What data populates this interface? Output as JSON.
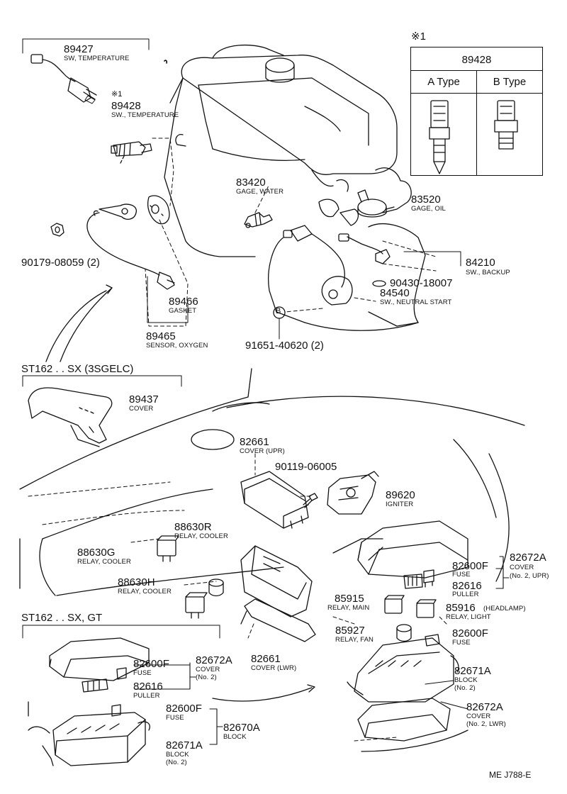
{
  "diagram_code": "ME J788-E",
  "type_table": {
    "note_mark": "※1",
    "part_no": "89428",
    "col_a": "A Type",
    "col_b": "B Type"
  },
  "variant_headers": {
    "sx_3sgelc": "ST162 . . SX (3SGELC)",
    "sx_gt": "ST162 . . SX, GT"
  },
  "callout_b": "B",
  "parts": {
    "p89427": {
      "no": "89427",
      "desc": "SW, TEMPERATURE"
    },
    "p89428": {
      "mark": "※1",
      "no": "89428",
      "desc": "SW., TEMPERATURE"
    },
    "p83420": {
      "no": "83420",
      "desc": "GAGE, WATER"
    },
    "p83520": {
      "no": "83520",
      "desc": "GAGE, OIL"
    },
    "p84210": {
      "no": "84210",
      "desc": "SW., BACKUP"
    },
    "p90430": {
      "no": "90430-18007"
    },
    "p84540": {
      "no": "84540",
      "desc": "SW., NEUTRAL START"
    },
    "p91651": {
      "no": "91651-40620 (2)"
    },
    "p90179": {
      "no": "90179-08059 (2)"
    },
    "p89466": {
      "no": "89466",
      "desc": "GASKET"
    },
    "p89465": {
      "no": "89465",
      "desc": "SENSOR, OXYGEN"
    },
    "p89437": {
      "no": "89437",
      "desc": "COVER"
    },
    "p82661u": {
      "no": "82661",
      "desc": "COVER (UPR)"
    },
    "p90119": {
      "no": "90119-06005"
    },
    "p89620": {
      "no": "89620",
      "desc": "IGNITER"
    },
    "p88630r": {
      "no": "88630R",
      "desc": "RELAY, COOLER"
    },
    "p88630g": {
      "no": "88630G",
      "desc": "RELAY, COOLER"
    },
    "p88630h": {
      "no": "88630H",
      "desc": "RELAY, COOLER"
    },
    "p82600f_a": {
      "no": "82600F",
      "desc": "FUSE"
    },
    "p82616_a": {
      "no": "82616",
      "desc": "PULLER"
    },
    "p82672a_a": {
      "no": "82672A",
      "desc": "COVER",
      "desc2": "(No. 2, UPR)"
    },
    "p85915": {
      "no": "85915",
      "desc": "RELAY, MAIN"
    },
    "p85916": {
      "no": "85916",
      "desc_inline": "(HEADLAMP)",
      "desc": "RELAY, LIGHT"
    },
    "p85927": {
      "no": "85927",
      "desc": "RELAY, FAN"
    },
    "p82600f_b": {
      "no": "82600F",
      "desc": "FUSE"
    },
    "p82661l": {
      "no": "82661",
      "desc": "COVER (LWR)"
    },
    "p82671a_a": {
      "no": "82671A",
      "desc": "BLOCK",
      "desc2": "(No. 2)"
    },
    "p82672a_b": {
      "no": "82672A",
      "desc": "COVER",
      "desc2": "(No. 2, LWR)"
    },
    "p82600f_c": {
      "no": "82600F",
      "desc": "FUSE"
    },
    "p82616_b": {
      "no": "82616",
      "desc": "PULLER"
    },
    "p82672a_c": {
      "no": "82672A",
      "desc": "COVER",
      "desc2": "(No. 2)"
    },
    "p82600f_d": {
      "no": "82600F",
      "desc": "FUSE"
    },
    "p82670a": {
      "no": "82670A",
      "desc": "BLOCK"
    },
    "p82671a_b": {
      "no": "82671A",
      "desc": "BLOCK",
      "desc2": "(No. 2)"
    }
  }
}
